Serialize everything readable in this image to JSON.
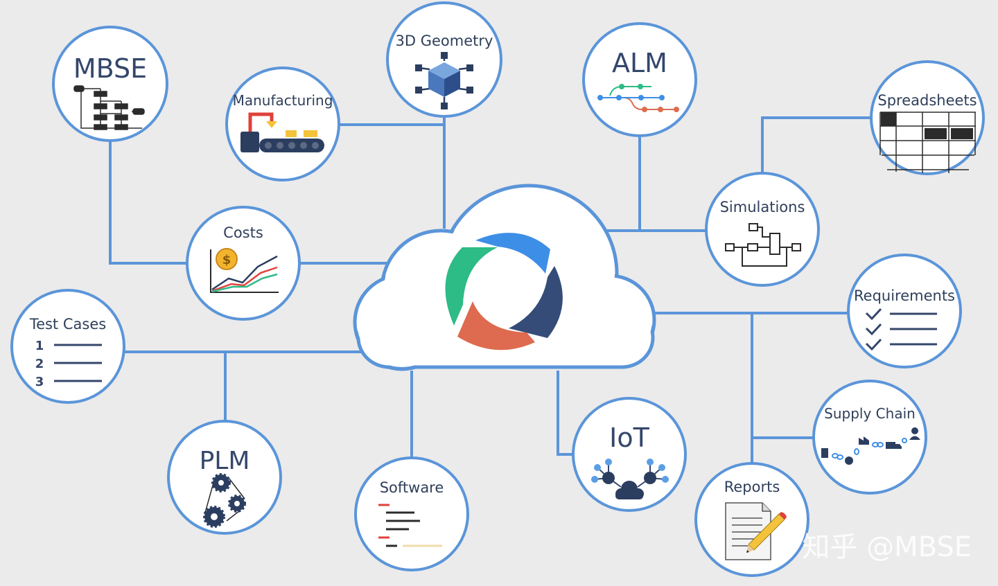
{
  "diagram": {
    "colors": {
      "background": "#ebebeb",
      "line": "#5b95d9",
      "circle_fill": "#ffffff",
      "text_dark": "#34466b",
      "logo_blue": "#3d8ee6",
      "logo_green": "#2dbb86",
      "logo_orange": "#de6b4f",
      "logo_navy": "#354c78"
    },
    "hub": {
      "icon": "cloud-logo-icon"
    },
    "nodes": {
      "mbse": {
        "label": "MBSE",
        "icon": "hierarchy-diagram-icon"
      },
      "manufacturing": {
        "label": "Manufacturing",
        "icon": "conveyor-robot-icon"
      },
      "geometry": {
        "label": "3D Geometry",
        "icon": "cube-network-icon"
      },
      "alm": {
        "label": "ALM",
        "icon": "branch-graph-icon"
      },
      "spreadsheets": {
        "label": "Spreadsheets",
        "icon": "spreadsheet-grid-icon"
      },
      "simulations": {
        "label": "Simulations",
        "icon": "block-diagram-icon"
      },
      "costs": {
        "label": "Costs",
        "icon": "coin-chart-icon"
      },
      "requirements": {
        "label": "Requirements",
        "icon": "checklist-icon"
      },
      "testcases": {
        "label": "Test Cases",
        "icon": "numbered-list-icon",
        "numbers": [
          "1",
          "2",
          "3"
        ]
      },
      "supplychain": {
        "label": "Supply Chain",
        "icon": "supply-chain-icon"
      },
      "plm": {
        "label": "PLM",
        "icon": "gears-icon"
      },
      "software": {
        "label": "Software",
        "icon": "code-lines-icon"
      },
      "iot": {
        "label": "IoT",
        "icon": "cloud-network-icon"
      },
      "reports": {
        "label": "Reports",
        "icon": "document-pencil-icon"
      }
    },
    "watermark": "知乎 @MBSE"
  }
}
